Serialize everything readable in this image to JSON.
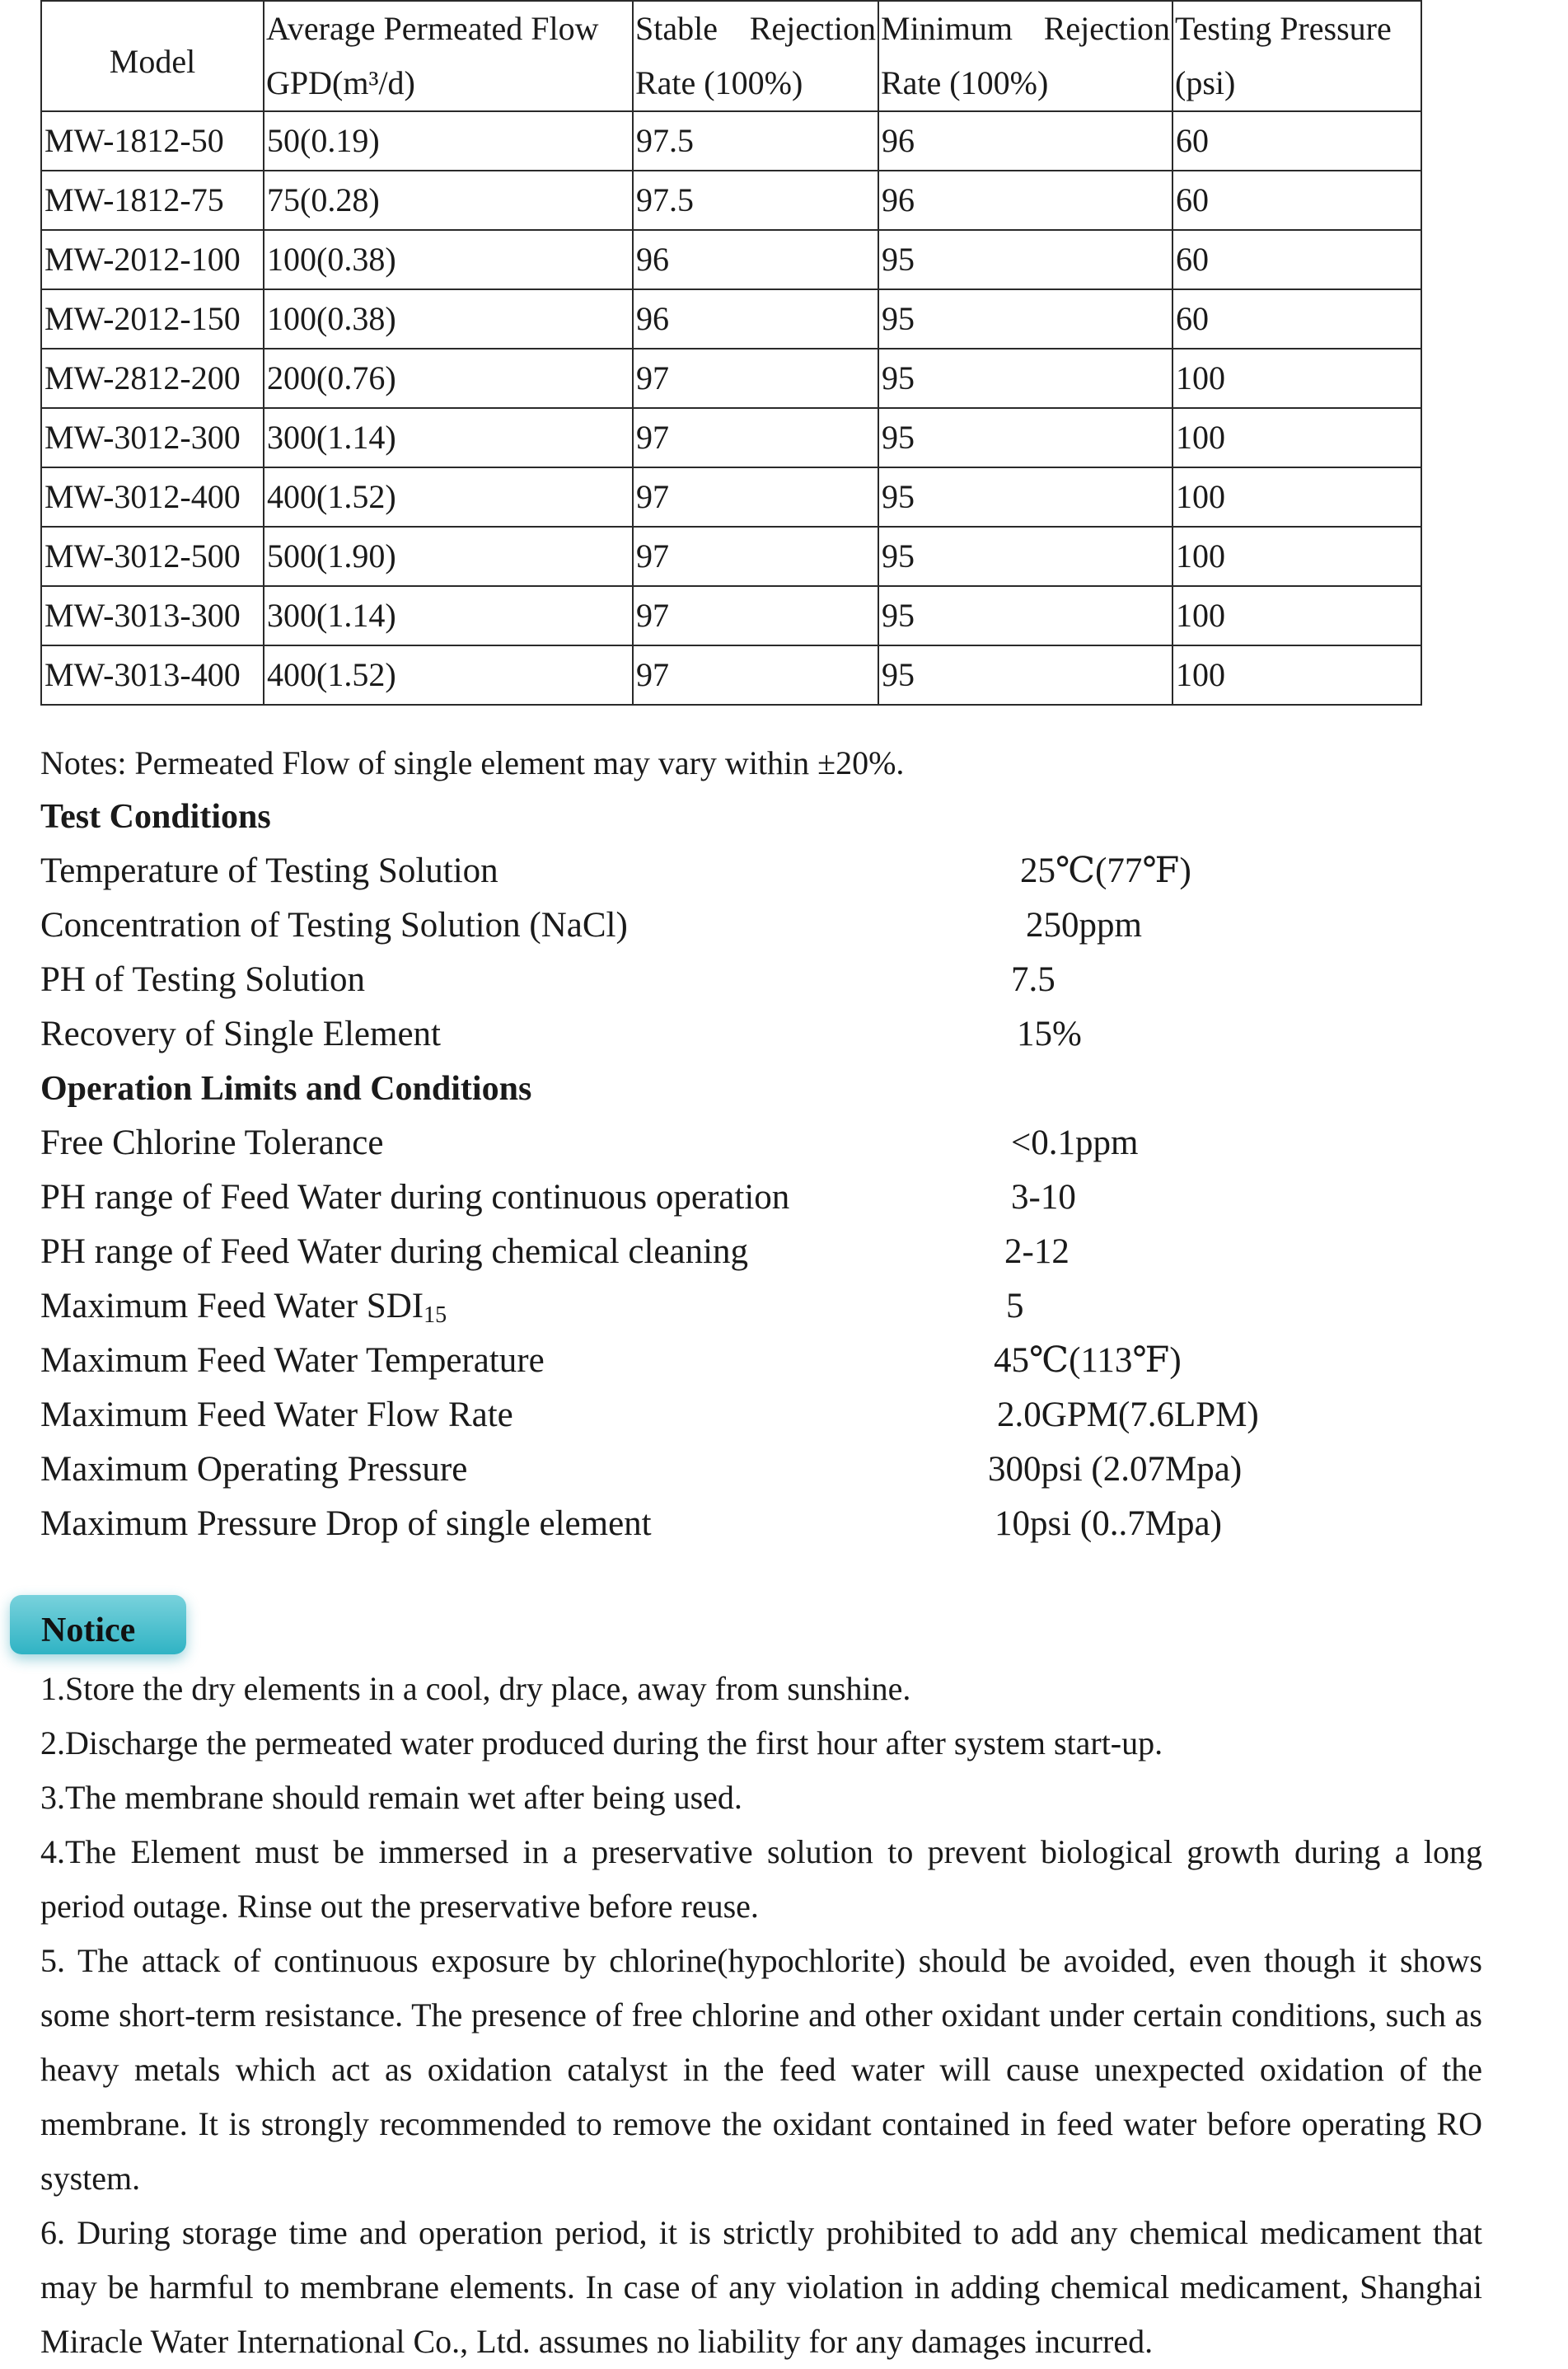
{
  "table": {
    "headers": {
      "model": "Model",
      "flow": [
        "Average Permeated Flow",
        "GPD(m³/d)"
      ],
      "stable": [
        "Stable Rejection",
        "Rate (100%)"
      ],
      "minimum": [
        "Minimum Rejection",
        "Rate (100%)"
      ],
      "pressure": [
        "Testing Pressure",
        "(psi)"
      ]
    },
    "rows": [
      [
        "MW-1812-50",
        "50(0.19)",
        "97.5",
        "96",
        "60"
      ],
      [
        "MW-1812-75",
        "75(0.28)",
        "97.5",
        "96",
        "60"
      ],
      [
        "MW-2012-100",
        "100(0.38)",
        "96",
        "95",
        "60"
      ],
      [
        "MW-2012-150",
        "100(0.38)",
        "96",
        "95",
        "60"
      ],
      [
        "MW-2812-200",
        "200(0.76)",
        "97",
        "95",
        "100"
      ],
      [
        "MW-3012-300",
        "300(1.14)",
        "97",
        "95",
        "100"
      ],
      [
        "MW-3012-400",
        "400(1.52)",
        "97",
        "95",
        "100"
      ],
      [
        "MW-3012-500",
        "500(1.90)",
        "97",
        "95",
        "100"
      ],
      [
        "MW-3013-300",
        "300(1.14)",
        "97",
        "95",
        "100"
      ],
      [
        "MW-3013-400",
        "400(1.52)",
        "97",
        "95",
        "100"
      ]
    ]
  },
  "notes": "Notes: Permeated Flow of single element may vary within ±20%.",
  "test_conditions": {
    "heading": "Test Conditions",
    "items": [
      {
        "label": "Temperature of Testing Solution",
        "value": "25℃(77℉)"
      },
      {
        "label": "Concentration of Testing Solution (NaCl)",
        "value": "250ppm"
      },
      {
        "label": "PH of Testing Solution",
        "value": "7.5"
      },
      {
        "label": "Recovery of Single Element",
        "value": "15%"
      }
    ]
  },
  "operation_limits": {
    "heading": "Operation Limits and Conditions",
    "items": [
      {
        "label": "Free Chlorine Tolerance",
        "value": "<0.1ppm"
      },
      {
        "label": "PH range of Feed Water during continuous operation",
        "value": "3-10"
      },
      {
        "label": "PH range of Feed Water during chemical cleaning",
        "value": "2-12"
      },
      {
        "label": "Maximum Feed Water SDI",
        "label_sub": "15",
        "value": "5"
      },
      {
        "label": "Maximum Feed Water Temperature",
        "value": "45℃(113℉)"
      },
      {
        "label": "Maximum Feed Water Flow Rate",
        "value": "2.0GPM(7.6LPM)"
      },
      {
        "label": "Maximum Operating Pressure",
        "value": "300psi (2.07Mpa)"
      },
      {
        "label": "Maximum Pressure Drop of single element",
        "value": "10psi (0..7Mpa)"
      }
    ]
  },
  "notice": {
    "title": "Notice",
    "items": [
      "1.Store the dry elements in a cool, dry place, away from sunshine.",
      "2.Discharge the permeated water produced during the first hour after system start-up.",
      "3.The membrane should remain wet after being used.",
      "4.The Element must be immersed in a preservative solution to prevent biological growth during a long period outage. Rinse out the preservative before reuse.",
      "5. The attack of continuous exposure by chlorine(hypochlorite) should be avoided, even though it shows some short-term resistance. The presence of free chlorine and other oxidant under certain conditions, such as heavy metals which act as oxidation catalyst in the feed water will cause unexpected oxidation of the membrane. It is strongly recommended to remove the oxidant contained in feed water before operating RO system.",
      "6. During storage time and operation period, it is strictly prohibited to add any chemical medicament that may be harmful to membrane elements. In case of any violation in adding chemical medicament, Shanghai Miracle Water International Co., Ltd. assumes no liability for any damages incurred."
    ]
  }
}
